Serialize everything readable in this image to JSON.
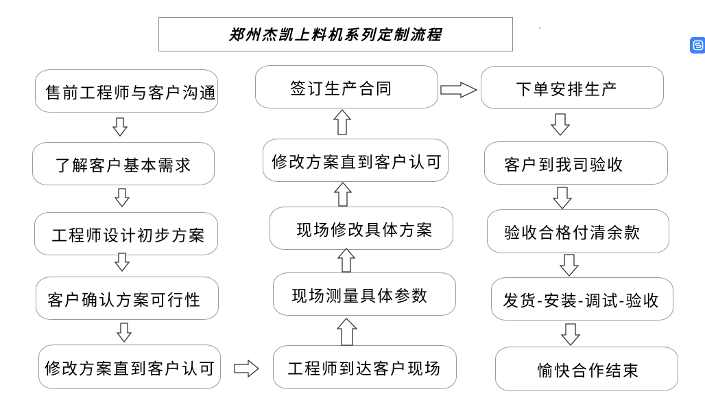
{
  "title": "郑州杰凯上料机系列定制流程",
  "column1": [
    "售前工程师与客户沟通",
    "了解客户基本需求",
    "工程师设计初步方案",
    "客户确认方案可行性",
    "修改方案直到客户认可"
  ],
  "column2": [
    "签订生产合同",
    "修改方案直到客户认可",
    "现场修改具体方案",
    "现场测量具体参数",
    "工程师到达客户现场"
  ],
  "column3": [
    "下单安排生产",
    "客户到我司验收",
    "验收合格付清余款",
    "发货-安装-调试-验收",
    "愉快合作结束"
  ],
  "icons": {
    "extension": "extension-s-icon"
  },
  "colors": {
    "box_border": "#9a9a9a",
    "arrow_stroke": "#333333",
    "extension_icon": "#3b82f6"
  }
}
